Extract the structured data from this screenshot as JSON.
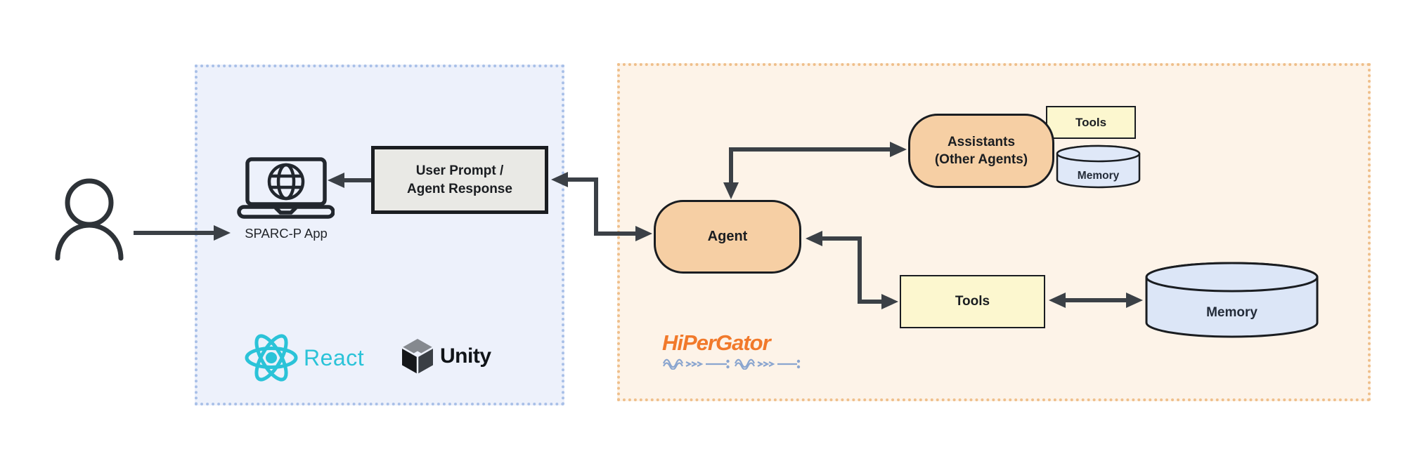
{
  "diagram": {
    "app": {
      "label": "SPARC-P App"
    },
    "prompt_box": {
      "line1": "User Prompt /",
      "line2": "Agent Response"
    },
    "agent": {
      "label": "Agent"
    },
    "assistants": {
      "line1": "Assistants",
      "line2": "(Other Agents)"
    },
    "assistants_tools": {
      "label": "Tools"
    },
    "assistants_memory": {
      "label": "Memory"
    },
    "tools": {
      "label": "Tools"
    },
    "memory": {
      "label": "Memory"
    }
  },
  "logos": {
    "react": "React",
    "unity": "Unity",
    "hipergator": "HiPerGator"
  },
  "colors": {
    "frontend_panel_fill": "#edf1fb",
    "frontend_panel_border": "#a9c0e8",
    "backend_panel_fill": "#fdf3e8",
    "backend_panel_border": "#efbf8b",
    "agent_node_fill": "#f6cfa4",
    "tools_fill": "#fcf7cf",
    "memory_fill": "#dce6f7",
    "prompt_box_fill": "#e9e9e5",
    "outline_dark": "#1a1d21",
    "arrow": "#3b4046",
    "react_cyan": "#2bc3d8",
    "hipergator_orange": "#f1792b",
    "hipergator_wave_blue": "#8aa5cf"
  }
}
